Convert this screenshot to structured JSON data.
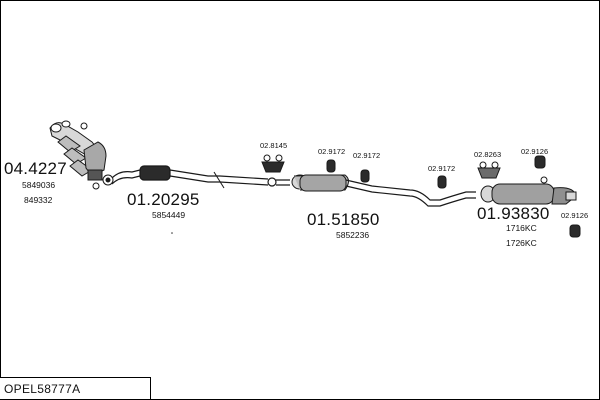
{
  "diagram": {
    "assembly_code": "OPEL58777A",
    "parts": [
      {
        "number": "04.4227",
        "refs": [
          "5849036",
          "849332"
        ]
      },
      {
        "number": "01.20295",
        "refs": [
          "5854449"
        ]
      },
      {
        "number": "01.51850",
        "refs": [
          "5852236"
        ]
      },
      {
        "number": "01.93830",
        "refs": [
          "1716KC",
          "1726KC"
        ]
      }
    ],
    "fittings": [
      "02.8145",
      "02.9172",
      "02.9172",
      "02.9172",
      "02.8263",
      "02.9126",
      "02.9126"
    ],
    "colors": {
      "line": "#1a1a1a",
      "fill_dark": "#2b2b2b",
      "fill_mid": "#6b6b6b",
      "fill_light": "#d8d8d8"
    }
  }
}
